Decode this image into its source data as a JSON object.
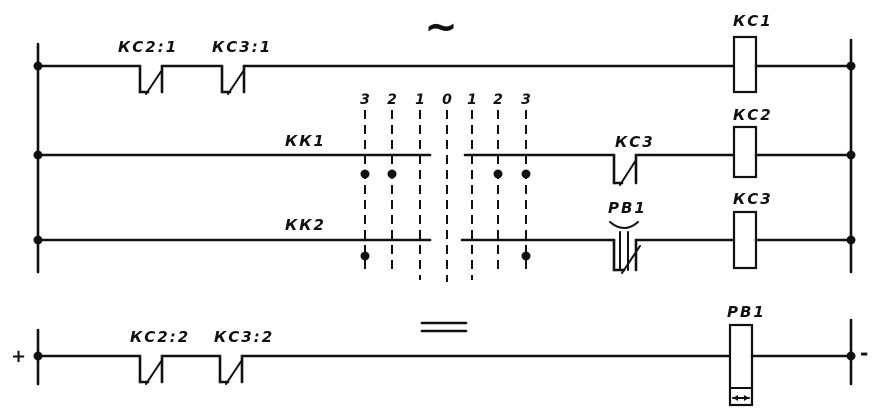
{
  "ac_symbol": "~",
  "dc_symbol": "=",
  "polarity": {
    "plus": "+",
    "minus": "-"
  },
  "rung1": {
    "contact_a": "КС2:1",
    "contact_b": "КС3:1",
    "coil": "КС1"
  },
  "rung2": {
    "switch": "КК1",
    "contact": "КС3",
    "coil": "КС2"
  },
  "rung3": {
    "switch": "КК2",
    "contact": "РВ1",
    "coil": "КС3"
  },
  "rung4": {
    "contact_a": "КС2:2",
    "contact_b": "КС3:2",
    "coil": "РВ1"
  },
  "switch_positions": [
    "3",
    "2",
    "1",
    "0",
    "1",
    "2",
    "3"
  ]
}
